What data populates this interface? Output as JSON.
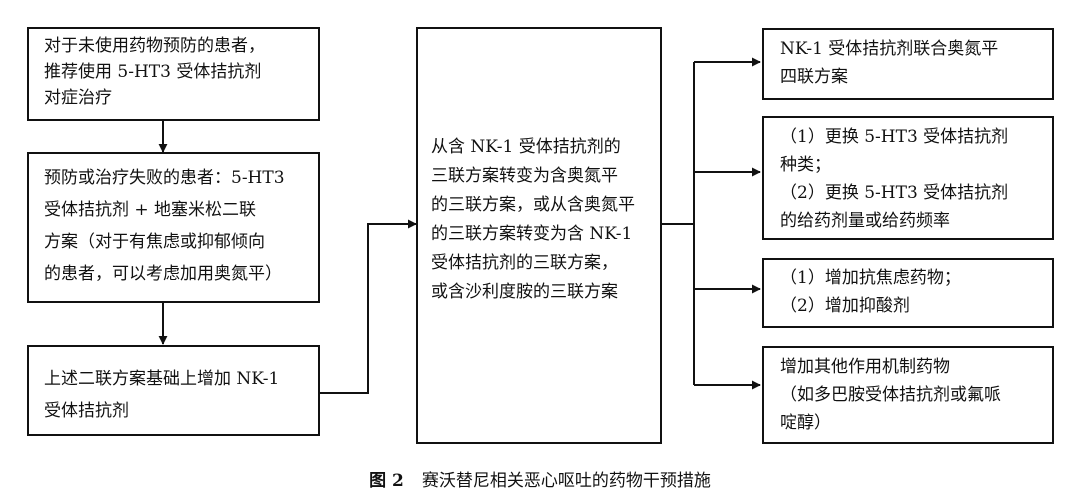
{
  "diagram": {
    "left_boxes": [
      {
        "lines": [
          "对于未使用药物预防的患者，",
          "推荐使用 5-HT3 受体拮抗剂",
          "对症治疗"
        ]
      },
      {
        "lines": [
          "预防或治疗失败的患者：5-HT3",
          "受体拮抗剂 + 地塞米松二联",
          "方案（对于有焦虑或抑郁倾向",
          "的患者，可以考虑加用奥氮平）"
        ]
      },
      {
        "lines": [
          "上述二联方案基础上增加 NK-1",
          "受体拮抗剂"
        ]
      }
    ],
    "center_box": {
      "lines": [
        "从含 NK-1 受体拮抗剂的",
        "三联方案转变为含奥氮平",
        "的三联方案，或从含奥氮平",
        "的三联方案转变为含 NK-1",
        "受体拮抗剂的三联方案，",
        "或含沙利度胺的三联方案"
      ]
    },
    "right_boxes": [
      {
        "lines": [
          "NK-1 受体拮抗剂联合奥氮平",
          "四联方案"
        ]
      },
      {
        "lines": [
          "（1）更换 5-HT3 受体拮抗剂",
          "种类；",
          "（2）更换 5-HT3 受体拮抗剂",
          "的给药剂量或给药频率"
        ]
      },
      {
        "lines": [
          "（1）增加抗焦虑药物；",
          "（2）增加抑酸剂"
        ]
      },
      {
        "lines": [
          "增加其他作用机制药物",
          "（如多巴胺受体拮抗剂或氟哌",
          "啶醇）"
        ]
      }
    ]
  },
  "caption": {
    "number": "图 2",
    "text": "赛沃替尼相关恶心呕吐的药物干预措施"
  }
}
